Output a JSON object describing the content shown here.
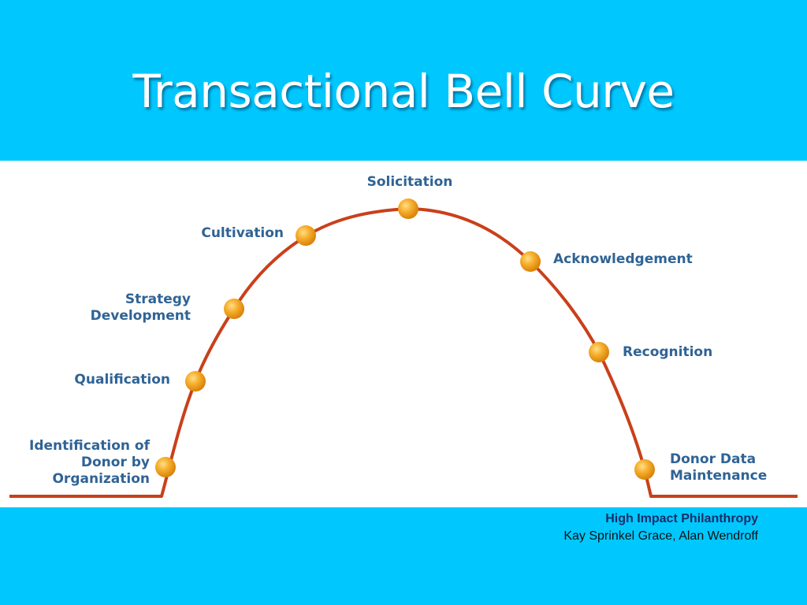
{
  "title": "Transactional Bell Curve",
  "stages": [
    {
      "id": "identification",
      "label": "Identification of Donor by Organization"
    },
    {
      "id": "qualification",
      "label": "Qualification"
    },
    {
      "id": "strategy",
      "label": "Strategy Development"
    },
    {
      "id": "cultivation",
      "label": "Cultivation"
    },
    {
      "id": "solicitation",
      "label": "Solicitation"
    },
    {
      "id": "acknowledgement",
      "label": "Acknowledgement"
    },
    {
      "id": "recognition",
      "label": "Recognition"
    },
    {
      "id": "maintenance",
      "label": "Donor Data Maintenance"
    }
  ],
  "credit": {
    "book": "High Impact Philanthropy",
    "authors": "Kay Sprinkel Grace, Alan Wendroff"
  },
  "colors": {
    "background": "#00c8ff",
    "curve": "#c9401a",
    "label": "#2f6395",
    "node": "#f5a623"
  }
}
